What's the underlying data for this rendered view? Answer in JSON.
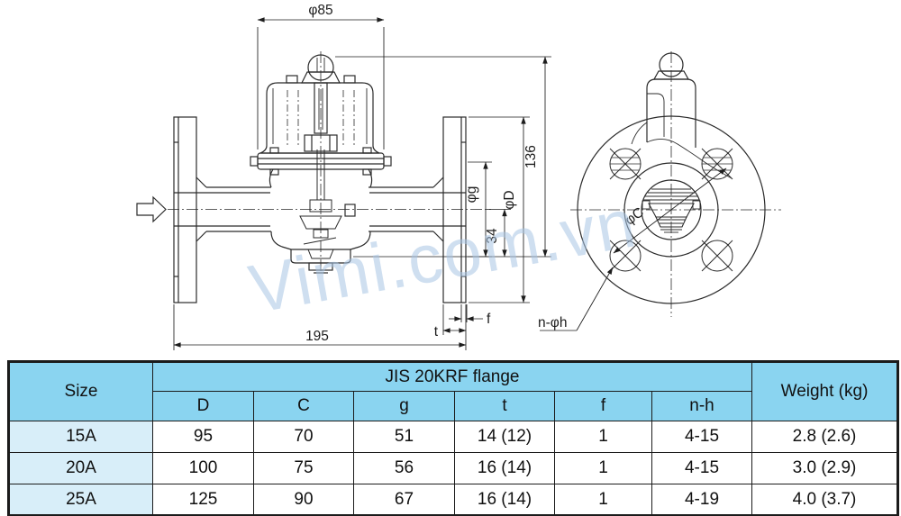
{
  "colors": {
    "header_bg": "#8AD4F0",
    "size_bg": "#D8EEF9",
    "border": "#1b1b1b",
    "line": "#2b2b2b",
    "watermark": "#a8c5e4",
    "text": "#111111"
  },
  "drawing": {
    "watermark": "Vimi.com.vn",
    "dims": {
      "phi85": "φ85",
      "h136": "136",
      "phiD": "φD",
      "phig": "φg",
      "d34": "34",
      "f": "f",
      "t": "t",
      "l195": "195",
      "phiC": "φC",
      "nphih": "n-φh"
    }
  },
  "table": {
    "size_header": "Size",
    "group_header": "JIS 20KRF flange",
    "weight_header": "Weight (kg)",
    "sub_headers": [
      "D",
      "C",
      "g",
      "t",
      "f",
      "n-h"
    ],
    "rows": [
      {
        "size": "15A",
        "values": [
          "95",
          "70",
          "51",
          "14 (12)",
          "1",
          "4-15"
        ],
        "weight": "2.8 (2.6)"
      },
      {
        "size": "20A",
        "values": [
          "100",
          "75",
          "56",
          "16 (14)",
          "1",
          "4-15"
        ],
        "weight": "3.0 (2.9)"
      },
      {
        "size": "25A",
        "values": [
          "125",
          "90",
          "67",
          "16 (14)",
          "1",
          "4-19"
        ],
        "weight": "4.0 (3.7)"
      }
    ]
  }
}
